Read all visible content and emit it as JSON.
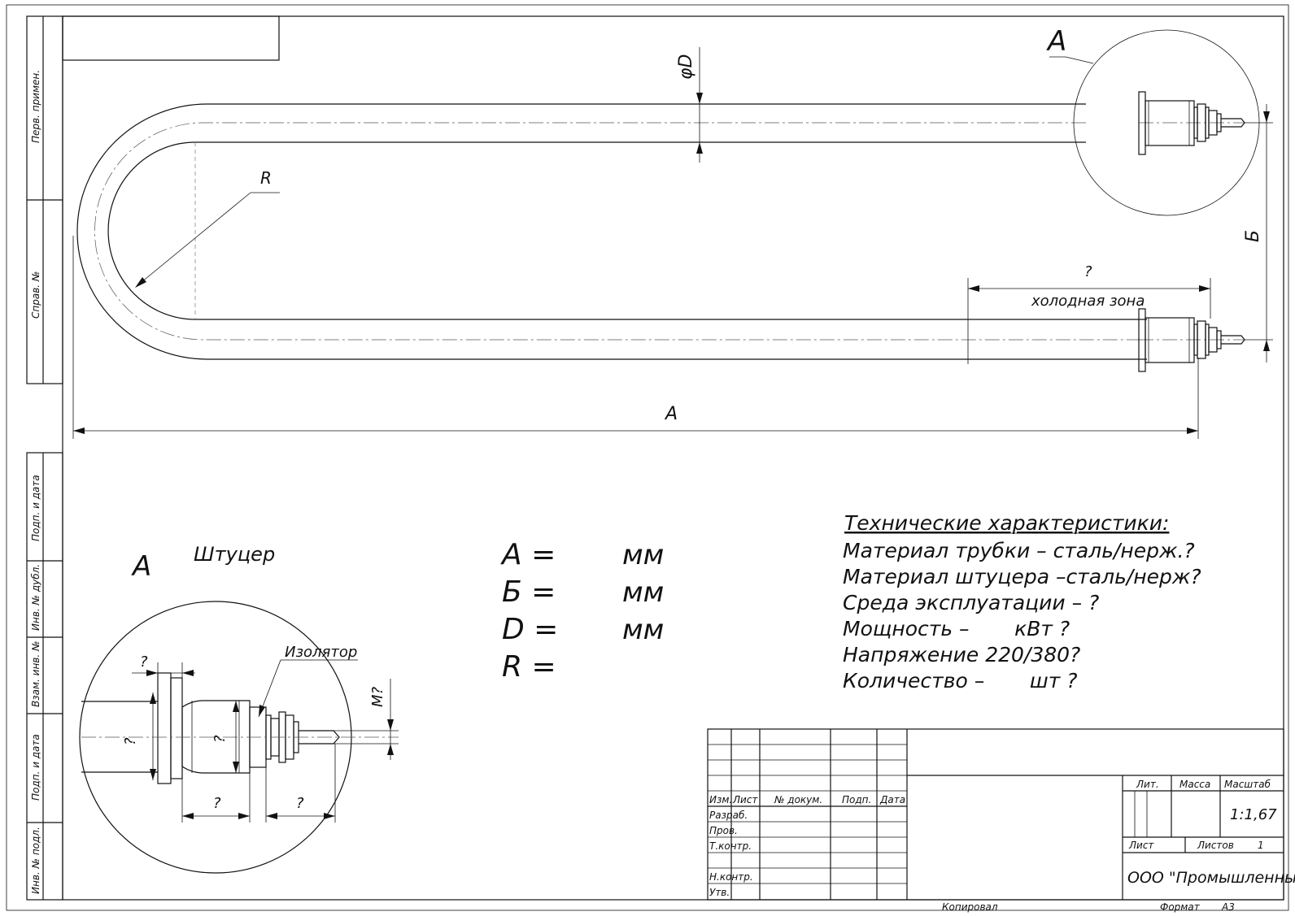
{
  "side_labels": {
    "perv_primen": "Перв. примен.",
    "sprav_no": "Справ. №",
    "podp_data_1": "Подп. и дата",
    "inv_dubl": "Инв. № дубл.",
    "vzam_inv": "Взам. инв. №",
    "podp_data_2": "Подп. и дата",
    "inv_podl": "Инв. № подл."
  },
  "main_view": {
    "dim_D": "φD",
    "dim_R": "R",
    "dim_A": "A",
    "dim_B": "Б",
    "cold_zone_value": "?",
    "cold_zone_label": "холодная зона",
    "detail_ref": "A"
  },
  "detail": {
    "letter": "A",
    "title": "Штуцер",
    "insulator": "Изолятор",
    "q_flange": "?",
    "q_diameter": "?",
    "q_body": "?",
    "q_body_len": "?",
    "q_pin_len": "?",
    "thread": "M?"
  },
  "dims_list": [
    {
      "label": "A =",
      "unit": "мм"
    },
    {
      "label": "Б =",
      "unit": "мм"
    },
    {
      "label": "D =",
      "unit": "мм"
    },
    {
      "label": "R =",
      "unit": ""
    }
  ],
  "specs": {
    "title": "Технические характеристики:",
    "lines": [
      "Материал трубки – сталь/нерж.?",
      "Материал штуцера –сталь/нерж?",
      "Среда эксплуатации – ?",
      "Мощность –       кВт ?",
      "Напряжение 220/380?",
      "Количество –       шт ?"
    ]
  },
  "title_block": {
    "izm": "Изм.",
    "list": "Лист",
    "no_dokum": "№ докум.",
    "podp": "Подп.",
    "data": "Дата",
    "razrab": "Разраб.",
    "prov": "Пров.",
    "tkontr": "Т.контр.",
    "nkontr": "Н.контр.",
    "utv": "Утв.",
    "lit": "Лит.",
    "massa": "Масса",
    "masshtab": "Масштаб",
    "scale_value": "1:1,67",
    "list_label": "Лист",
    "listov_label": "Листов",
    "listov_value": "1",
    "company": "ООО \"Промышленный ТЭН\"",
    "kopiroval": "Копировал",
    "format_label": "Формат",
    "format_value": "А3"
  }
}
